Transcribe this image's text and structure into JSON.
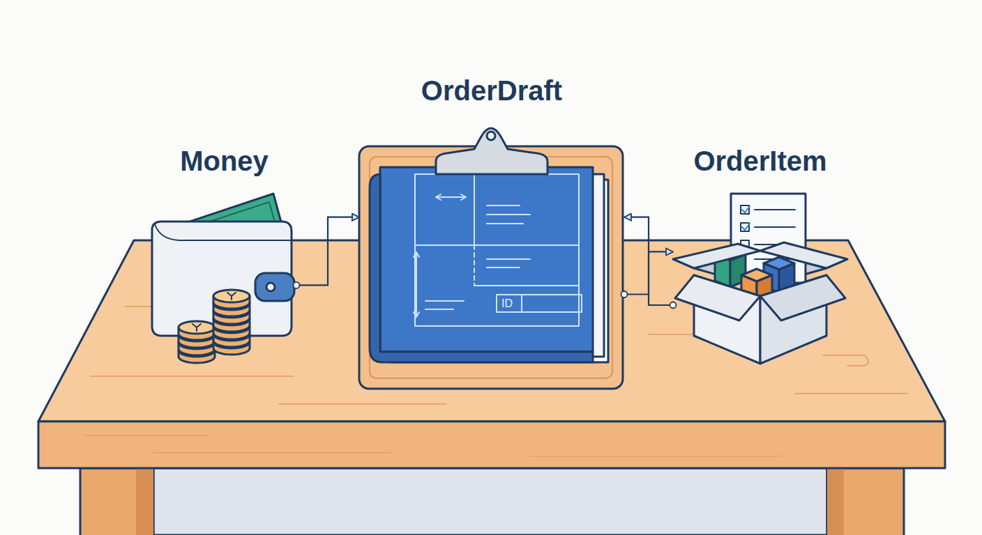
{
  "diagram": {
    "nodes": [
      {
        "text": [
          "Money"
        ]
      },
      {
        "text": [
          "OrderDraft"
        ]
      },
      {
        "text": [
          "OrderItem"
        ]
      }
    ],
    "edges": [
      {
        "from": 0,
        "to": 1,
        "arrow": "to"
      },
      {
        "from": 2,
        "to": 1,
        "arrow": "to"
      },
      {
        "from": 1,
        "to": 2,
        "arrow": "to"
      }
    ],
    "labels": [
      "ID"
    ]
  }
}
